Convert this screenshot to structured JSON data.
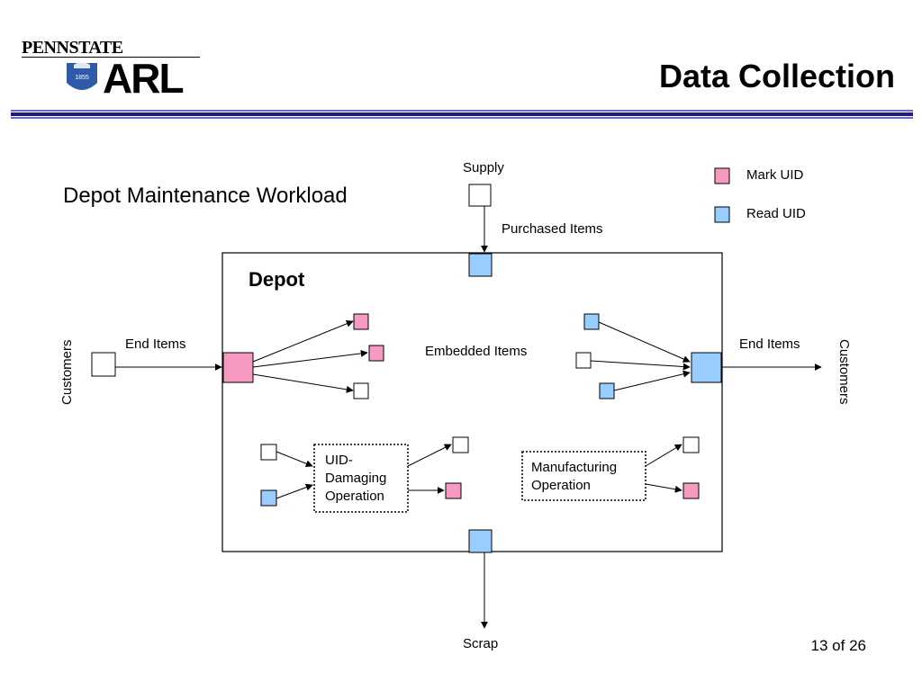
{
  "header": {
    "logo_top": "PENNSTATE",
    "logo_main": "ARL",
    "logo_seal": "1855",
    "title": "Data Collection"
  },
  "slide": {
    "subtitle": "Depot Maintenance Workload",
    "page_number": "13 of 26"
  },
  "legend": {
    "mark_uid": "Mark UID",
    "read_uid": "Read UID"
  },
  "diagram": {
    "supply": "Supply",
    "purchased_items": "Purchased Items",
    "depot": "Depot",
    "customers_left": "Customers",
    "customers_right": "Customers",
    "end_items_left": "End Items",
    "end_items_right": "End Items",
    "embedded_items": "Embedded Items",
    "uid_damaging_line1": "UID-",
    "uid_damaging_line2": "Damaging",
    "uid_damaging_line3": "Operation",
    "manufacturing_line1": "Manufacturing",
    "manufacturing_line2": "Operation",
    "scrap": "Scrap"
  },
  "colors": {
    "mark": "#f79ac2",
    "read": "#99ccff",
    "rule_dark": "#1c1c7a",
    "rule_light": "#6a6acd"
  }
}
